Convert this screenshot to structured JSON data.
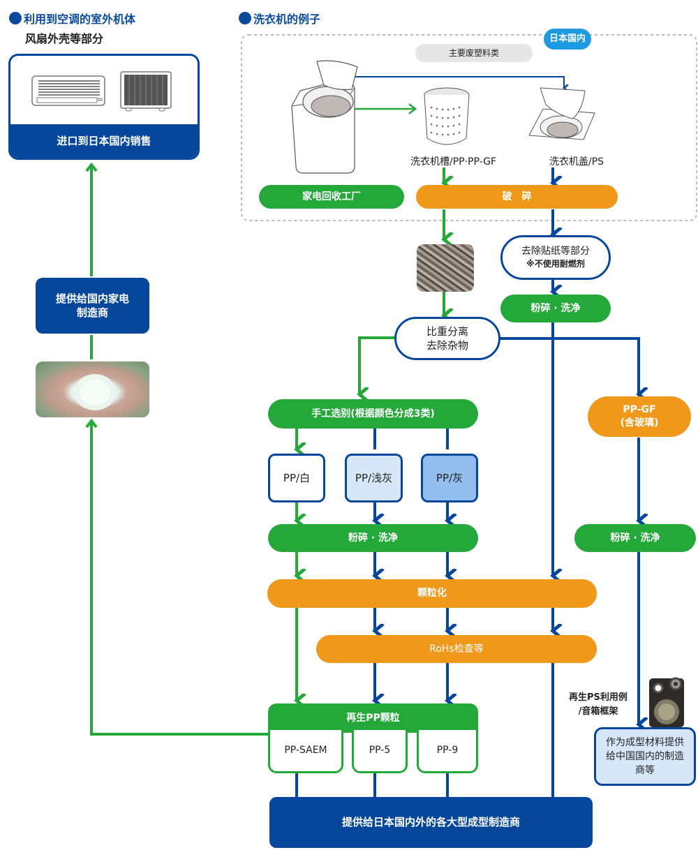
{
  "left_section": {
    "heading": "利用到空调的室外机体",
    "subheading": "风扇外壳等部分",
    "import_box_label": "进口到日本国内销售",
    "domestic_supply_label_line1": "提供给国内家电",
    "domestic_supply_label_line2": "制造商",
    "pellets_photo": "recycled-pellets-in-hand-photo"
  },
  "right_section": {
    "heading": "洗衣机的例子",
    "domestic_badge": "日本国内",
    "main_plastics_label": "主要废塑料类",
    "tub_label": "洗衣机槽/PP·PP-GF",
    "lid_label": "洗衣机盖/PS",
    "recycling_plant_label": "家电回收工厂",
    "crushing_label": "破　碎",
    "remove_stickers_line1": "去除贴纸等部分",
    "remove_stickers_line2": "※不使用耐燃剂",
    "pulverize_wash_label": "粉碎 · 洗净",
    "gravity_separation_line1": "比重分离",
    "gravity_separation_line2": "去除杂物",
    "manual_sort_label": "手工选别(根据颜色分成3类)",
    "pp_white_label": "PP/白",
    "pp_lightgray_label": "PP/浅灰",
    "pp_gray_label": "PP/灰",
    "ppgf_line1": "PP-GF",
    "ppgf_line2": "(含玻璃)",
    "pulverize_wash_label_2": "粉碎 · 洗净",
    "pulverize_wash_label_3": "粉碎 · 洗净",
    "pelletize_label": "颗粒化",
    "rohs_label": "RoHs检查等",
    "recycled_pp_header": "再生PP颗粒",
    "grades": [
      "PP-SAEM",
      "PP-5",
      "PP-9"
    ],
    "ps_example_line1": "再生PS利用例",
    "ps_example_line2": "/音箱框架",
    "china_supply_line1": "作为成型材料提供",
    "china_supply_line2": "给中国国内的制造",
    "china_supply_line3": "商等",
    "final_supply_label": "提供给日本国内外的各大型成型制造商"
  },
  "colors": {
    "green": "#24a83a",
    "orange": "#f0981a",
    "navy": "#06479b",
    "badge_blue": "#1e9be0",
    "light_blue_fill": "#d6e7fa",
    "mid_blue_fill": "#93bff0"
  }
}
